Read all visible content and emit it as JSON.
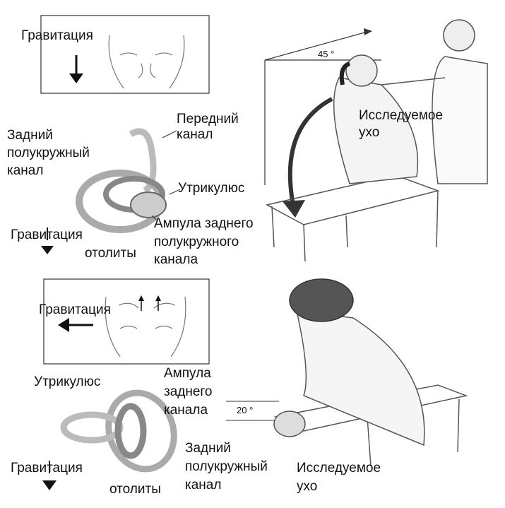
{
  "top": {
    "gravity_box_label": "Гравитация",
    "anterior_canal": [
      "Передний",
      "канал"
    ],
    "posterior_canal": [
      "Задний",
      "полукружный",
      "канал"
    ],
    "utricle": "Утрикулюс",
    "gravity_label": "Гравитация",
    "ampulla": [
      "Ампула заднего",
      "полукружного",
      "канала"
    ],
    "otoliths": "отолиты",
    "angle": "45 °",
    "tested_ear": [
      "Исследуемое",
      "ухо"
    ]
  },
  "bottom": {
    "gravity_box_label": "Гравитация",
    "utricle": "Утрикулюс",
    "ampulla": [
      "Ампула",
      "заднего",
      "канала"
    ],
    "angle": "20 °",
    "posterior_canal": [
      "Задний",
      "полукружный",
      "канал"
    ],
    "gravity_label": "Гравитация",
    "otoliths": "отолиты",
    "tested_ear": [
      "Исследуемое",
      "ухо"
    ]
  }
}
